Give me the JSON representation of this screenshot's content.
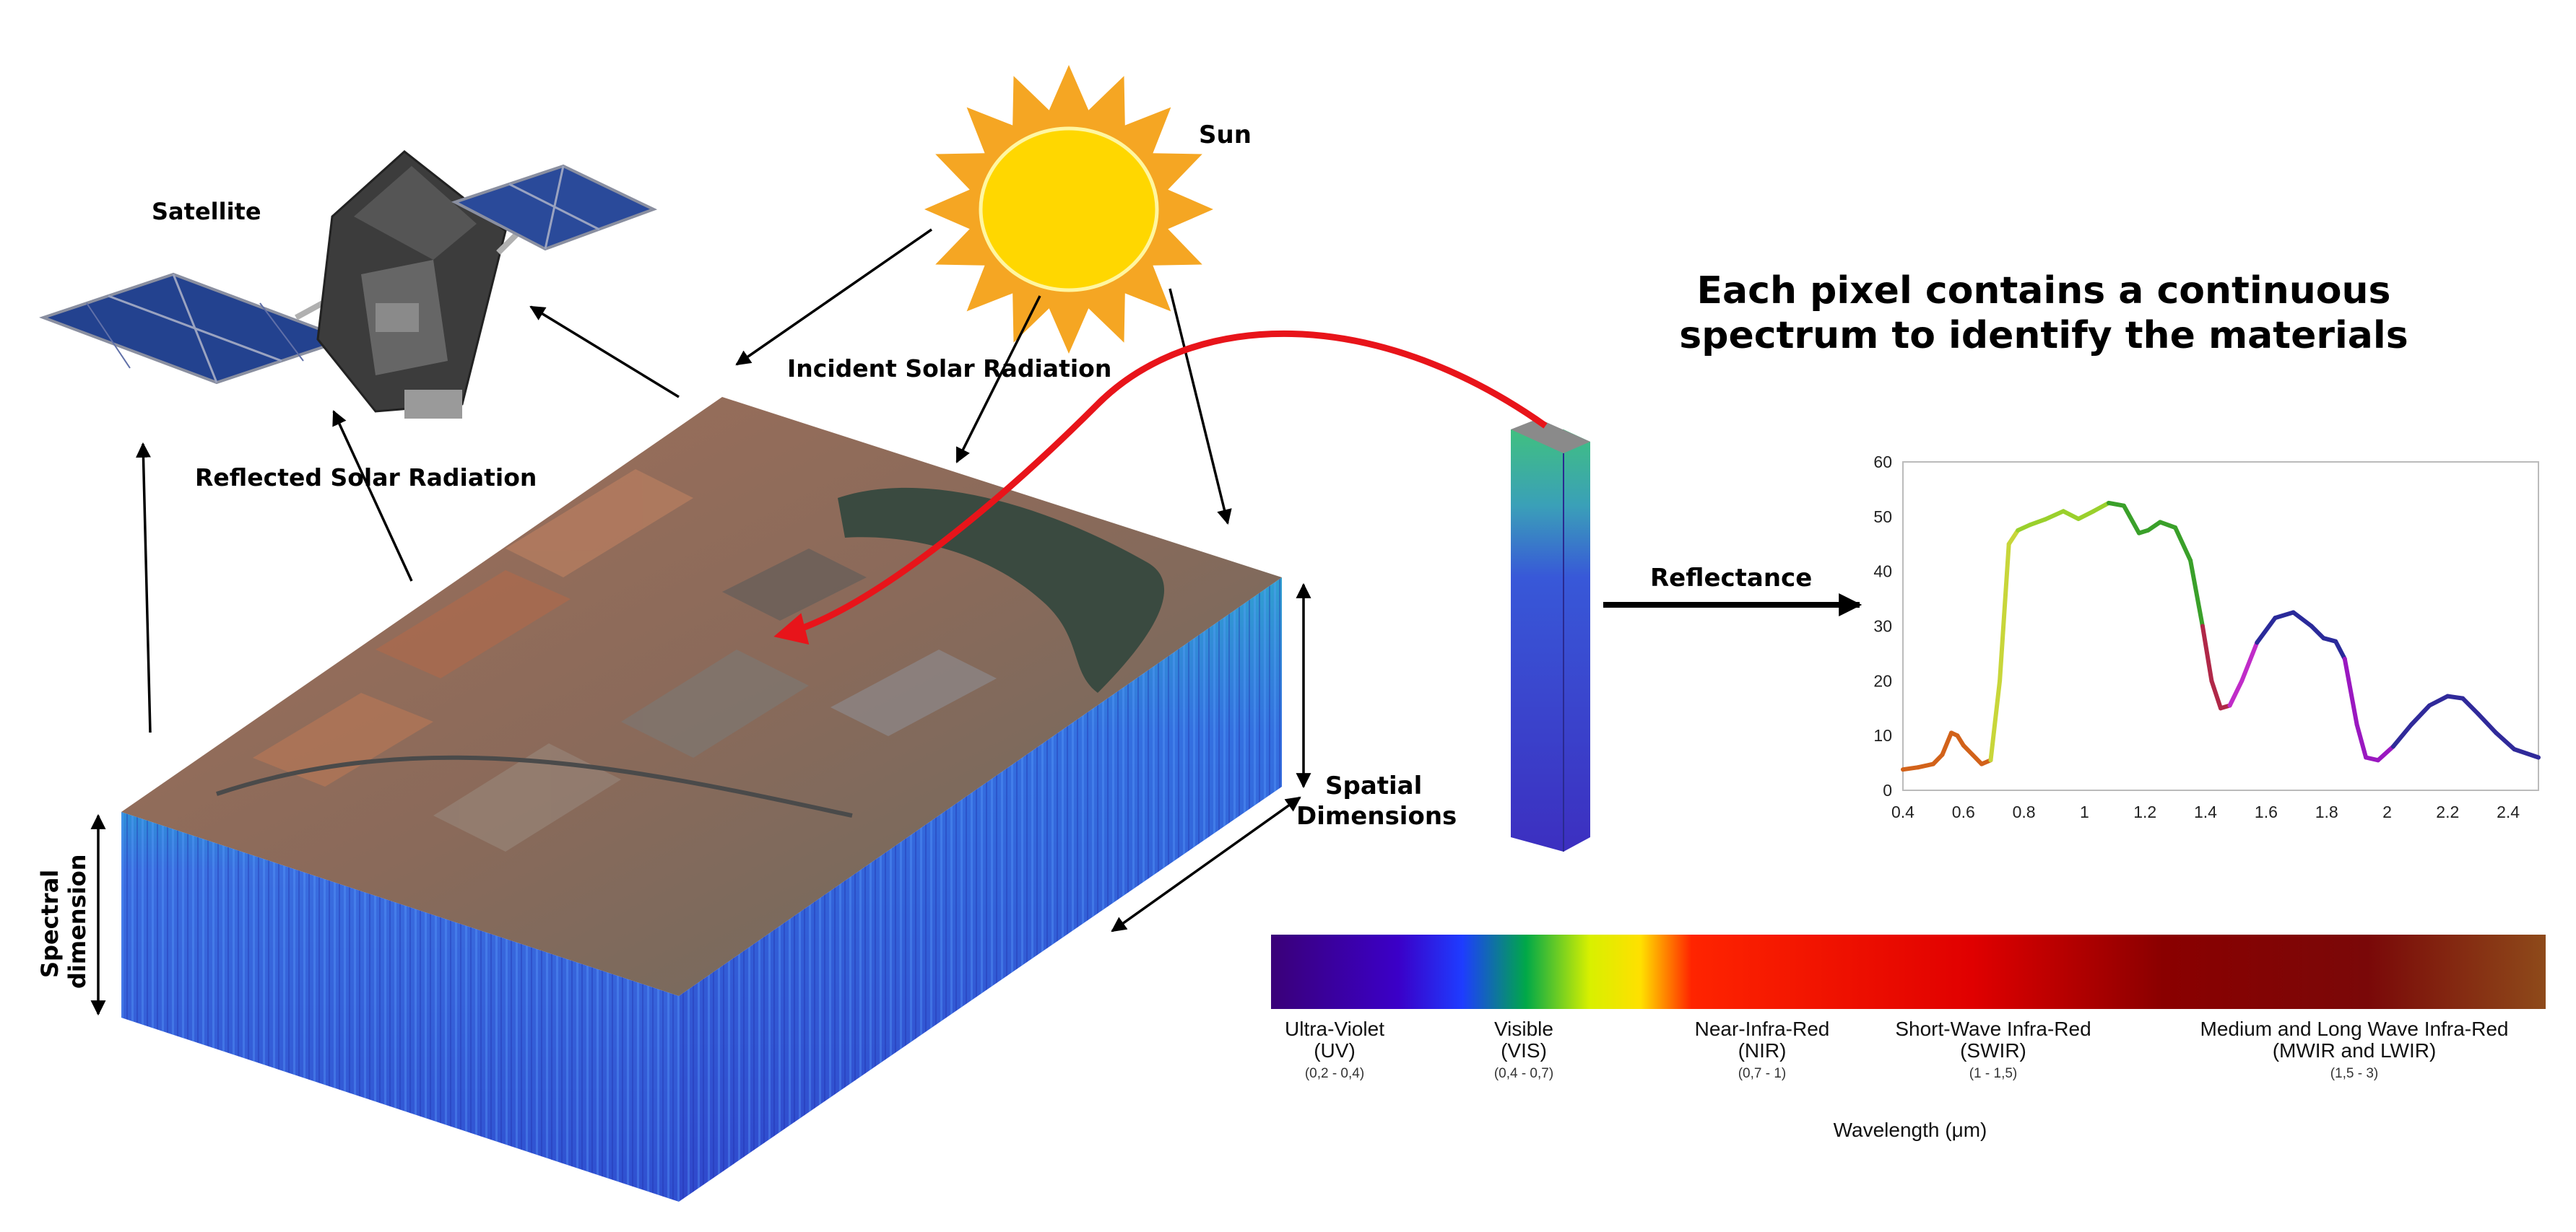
{
  "labels": {
    "sun": "Sun",
    "satellite": "Satellite",
    "incident": "Incident Solar Radiation",
    "reflected": "Reflected Solar Radiation",
    "spatial_line1": "Spatial",
    "spatial_line2": "Dimensions",
    "spectral_line1": "Spectral",
    "spectral_line2": "dimension",
    "reflectance": "Reflectance",
    "headline_line1": "Each pixel contains a continuous",
    "headline_line2": "spectrum to identify the materials",
    "wavelength_axis": "Wavelength (μm)"
  },
  "spectrum_bands": [
    {
      "name": "Ultra-Violet",
      "abbr": "(UV)",
      "range": "(0,2 - 0,4)"
    },
    {
      "name": "Visible",
      "abbr": "(VIS)",
      "range": "(0,4 - 0,7)"
    },
    {
      "name": "Near-Infra-Red",
      "abbr": "(NIR)",
      "range": "(0,7 - 1)"
    },
    {
      "name": "Short-Wave Infra-Red",
      "abbr": "(SWIR)",
      "range": "(1 - 1,5)"
    },
    {
      "name": "Medium and Long Wave Infra-Red",
      "abbr": "(MWIR and LWIR)",
      "range": "(1,5 - 3)"
    }
  ],
  "colors": {
    "sun_body": "#FFD700",
    "sun_rays": "#F5A623",
    "cube_side": "#3a5fd6",
    "pointer_arrow": "#e8141a"
  },
  "chart_data": {
    "type": "line",
    "x_ticks": [
      "0.4",
      "0.6",
      "0.8",
      "1",
      "1.2",
      "1.4",
      "1.6",
      "1.8",
      "2",
      "2.2",
      "2.4"
    ],
    "y_ticks": [
      "0",
      "10",
      "20",
      "30",
      "40",
      "50",
      "60"
    ],
    "xlim": [
      0.4,
      2.5
    ],
    "ylim": [
      0,
      60
    ],
    "grid": false,
    "points": [
      [
        0.4,
        3.8
      ],
      [
        0.45,
        4.2
      ],
      [
        0.5,
        4.8
      ],
      [
        0.53,
        6.5
      ],
      [
        0.56,
        10.5
      ],
      [
        0.58,
        10.0
      ],
      [
        0.6,
        8.2
      ],
      [
        0.63,
        6.5
      ],
      [
        0.66,
        4.8
      ],
      [
        0.69,
        5.5
      ],
      [
        0.72,
        20
      ],
      [
        0.75,
        45
      ],
      [
        0.78,
        47.5
      ],
      [
        0.82,
        48.5
      ],
      [
        0.87,
        49.5
      ],
      [
        0.93,
        51
      ],
      [
        0.98,
        49.6
      ],
      [
        1.03,
        51
      ],
      [
        1.08,
        52.5
      ],
      [
        1.13,
        52
      ],
      [
        1.18,
        47
      ],
      [
        1.21,
        47.5
      ],
      [
        1.25,
        49
      ],
      [
        1.3,
        48
      ],
      [
        1.35,
        42
      ],
      [
        1.39,
        30
      ],
      [
        1.42,
        20
      ],
      [
        1.45,
        15
      ],
      [
        1.48,
        15.5
      ],
      [
        1.52,
        20
      ],
      [
        1.57,
        27
      ],
      [
        1.63,
        31.5
      ],
      [
        1.69,
        32.5
      ],
      [
        1.75,
        30
      ],
      [
        1.79,
        27.8
      ],
      [
        1.83,
        27.2
      ],
      [
        1.86,
        24
      ],
      [
        1.9,
        12
      ],
      [
        1.93,
        6
      ],
      [
        1.97,
        5.5
      ],
      [
        2.02,
        8
      ],
      [
        2.08,
        12
      ],
      [
        2.14,
        15.5
      ],
      [
        2.2,
        17.2
      ],
      [
        2.25,
        16.8
      ],
      [
        2.3,
        14
      ],
      [
        2.36,
        10.5
      ],
      [
        2.42,
        7.5
      ],
      [
        2.5,
        6
      ]
    ]
  }
}
